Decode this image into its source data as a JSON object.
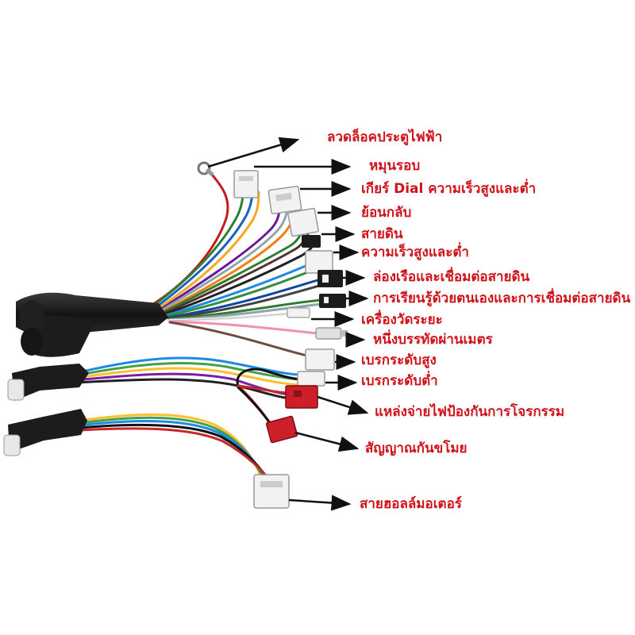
{
  "labels": [
    {
      "id": "door-lock",
      "text": "ลวดล็อคประตูไฟฟ้า"
    },
    {
      "id": "rotate",
      "text": "หมุนรอบ"
    },
    {
      "id": "gear-dial",
      "text": "เกียร์ Dial ความเร็วสูงและต่ำ"
    },
    {
      "id": "reverse",
      "text": "ย้อนกลับ"
    },
    {
      "id": "ground",
      "text": "สายดิน"
    },
    {
      "id": "speed",
      "text": "ความเร็วสูงและต่ำ"
    },
    {
      "id": "cruise",
      "text": "ล่องเรือและเชื่อมต่อสายดิน"
    },
    {
      "id": "self-learn",
      "text": "การเรียนรู้ด้วยตนเองและการเชื่อมต่อสายดิน"
    },
    {
      "id": "meter",
      "text": "เครื่องวัดระยะ"
    },
    {
      "id": "one-wire-meter",
      "text": "หนึ่งบรรทัดผ่านเมตร"
    },
    {
      "id": "brake-high",
      "text": "เบรกระดับสูง"
    },
    {
      "id": "brake-low",
      "text": "เบรกระดับต่ำ"
    },
    {
      "id": "anti-theft-power",
      "text": "แหล่งจ่ายไฟป้องกันการโจรกรรม"
    },
    {
      "id": "alarm",
      "text": "สัญญาณกันขโมย"
    },
    {
      "id": "hall-motor",
      "text": "สายฮอลล์มอเตอร์"
    }
  ],
  "colors": {
    "label": "#d0121a",
    "arrow": "#111111",
    "trunk": "#1a1a1a",
    "connector_white": "#f2f2f2",
    "connector_red": "#cc1f2a",
    "connector_black": "#1c1c1c"
  }
}
